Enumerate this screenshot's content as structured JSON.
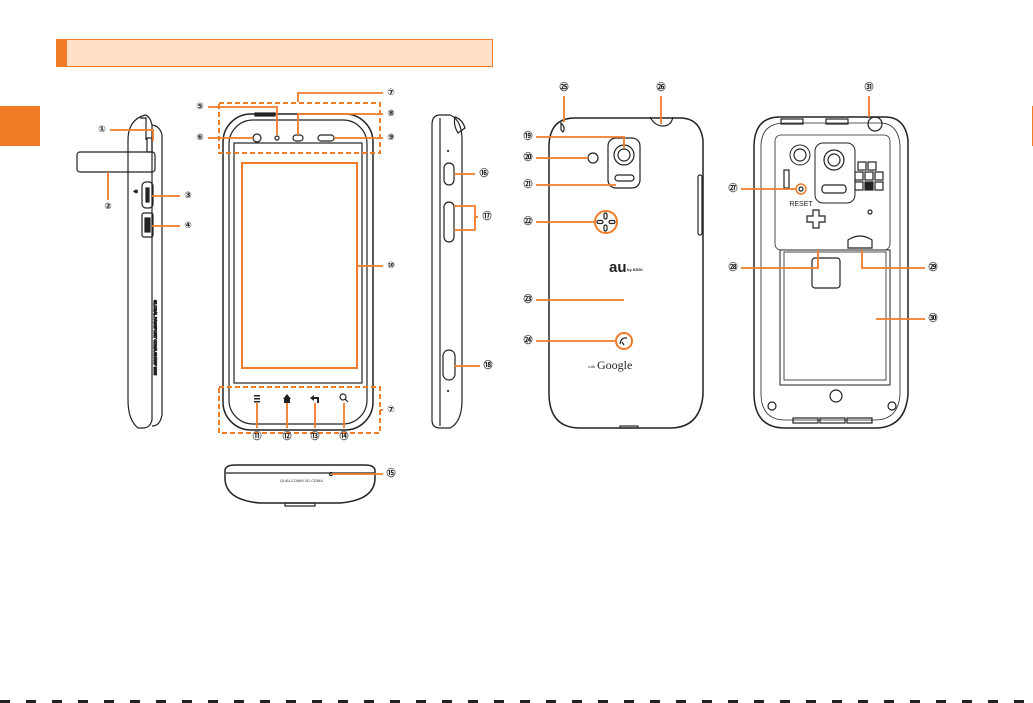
{
  "header": {
    "title": ""
  },
  "colors": {
    "accent": "#f07c28",
    "header_fill": "#fde0c6",
    "line": "#222222"
  },
  "callouts": {
    "c1": "①",
    "c2": "②",
    "c3": "③",
    "c4": "④",
    "c5": "⑤",
    "c6": "⑥",
    "c7": "⑦",
    "c8": "⑧",
    "c9": "⑨",
    "c10": "⑩",
    "c11": "⑪",
    "c12": "⑫",
    "c13": "⑬",
    "c14": "⑭",
    "c15": "⑮",
    "c16": "⑯",
    "c17": "⑰",
    "c18": "⑱",
    "c19": "⑲",
    "c20": "⑳",
    "c21": "㉑",
    "c22": "㉒",
    "c23": "㉓",
    "c24": "㉔",
    "c25": "㉕",
    "c26": "㉖",
    "c27": "㉗",
    "c28": "㉘",
    "c29": "㉙",
    "c30": "㉚",
    "c31": "㉛"
  },
  "labels": {
    "side_print": "GLOBAL PASSPORT CDMA  SHARP IS03",
    "bottom_print": "QUALCOMM 3G CDMA",
    "brand": "au",
    "brand_sub": "by KDDI",
    "with_google": "with",
    "google": "Google",
    "reset": "RESET"
  }
}
